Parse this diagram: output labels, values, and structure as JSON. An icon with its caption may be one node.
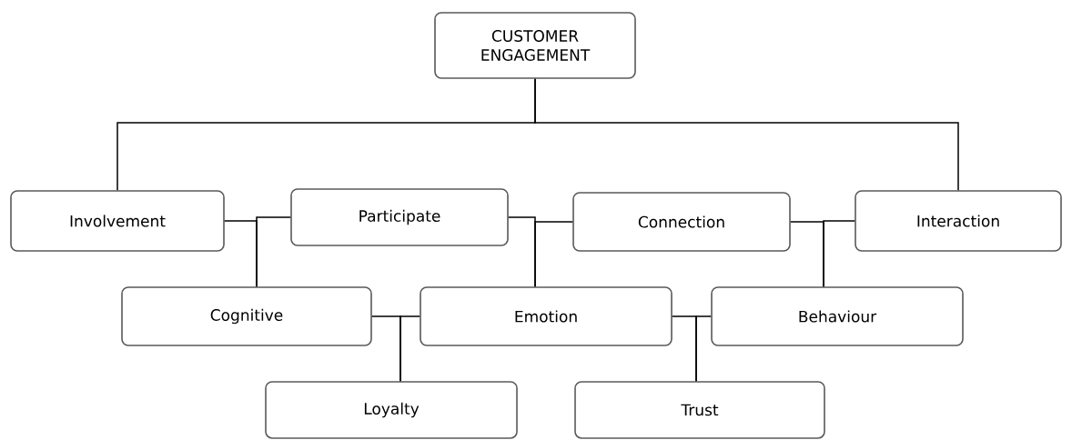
{
  "diagram": {
    "nodes": [
      {
        "text": [
          "CUSTOMER ENGAGEMENT"
        ]
      },
      {
        "text": [
          "Involvement"
        ]
      },
      {
        "text": [
          "Participate"
        ]
      },
      {
        "text": [
          "Connection"
        ]
      },
      {
        "text": [
          "Interaction"
        ]
      },
      {
        "text": [
          "Cognitive"
        ]
      },
      {
        "text": [
          "Emotion"
        ]
      },
      {
        "text": [
          "Behaviour"
        ]
      },
      {
        "text": [
          "Loyalty"
        ]
      },
      {
        "text": [
          "Trust"
        ]
      }
    ],
    "edges": [
      {
        "from": 0,
        "to": 1,
        "arrow": "none"
      },
      {
        "from": 0,
        "to": 4,
        "arrow": "none"
      },
      {
        "from": 1,
        "to": 5,
        "arrow": "none"
      },
      {
        "from": 2,
        "to": 5,
        "arrow": "none"
      },
      {
        "from": 2,
        "to": 6,
        "arrow": "none"
      },
      {
        "from": 3,
        "to": 6,
        "arrow": "none"
      },
      {
        "from": 3,
        "to": 7,
        "arrow": "none"
      },
      {
        "from": 4,
        "to": 7,
        "arrow": "none"
      },
      {
        "from": 5,
        "to": 8,
        "arrow": "none"
      },
      {
        "from": 6,
        "to": 8,
        "arrow": "none"
      },
      {
        "from": 6,
        "to": 9,
        "arrow": "none"
      },
      {
        "from": 7,
        "to": 9,
        "arrow": "none"
      }
    ]
  }
}
